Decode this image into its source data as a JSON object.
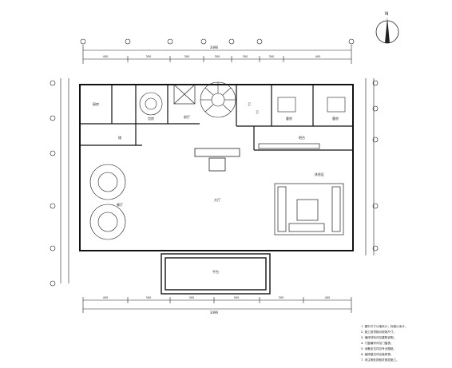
{
  "north_arrow": {
    "label": "N"
  },
  "top_dimensions": {
    "overall": "3496",
    "segments": [
      "400",
      "300",
      "300",
      "300",
      "300",
      "300",
      "400"
    ]
  },
  "bottom_dimensions": {
    "overall": "3496",
    "segments": [
      "400",
      "300",
      "300",
      "300",
      "300",
      "400"
    ]
  },
  "rooms": {
    "kitchen": "厨房",
    "private_dining": "包房",
    "lobby_small": "前厅",
    "dining_hall": "餐厅",
    "hall": "大厅",
    "lounge": "休息区",
    "toilet_f": "卫",
    "toilet_m": "卫",
    "bedroom_1": "客房",
    "bedroom_2": "客房",
    "bar": "吧台",
    "terrace": "平台",
    "store": "储"
  },
  "notes": [
    "1. 图中尺寸以毫米计，标高以米计。",
    "2. 施工前须核对现场尺寸。",
    "3. 墙体材料详见建筑说明。",
    "4. 门窗编号详见门窗表。",
    "5. 设备定位详见专业图纸。",
    "6. 装修做法详见装修表。",
    "7. 未注明处按相关规范施工。"
  ],
  "colors": {
    "line": "#1a1a1a",
    "paper": "#ffffff"
  }
}
